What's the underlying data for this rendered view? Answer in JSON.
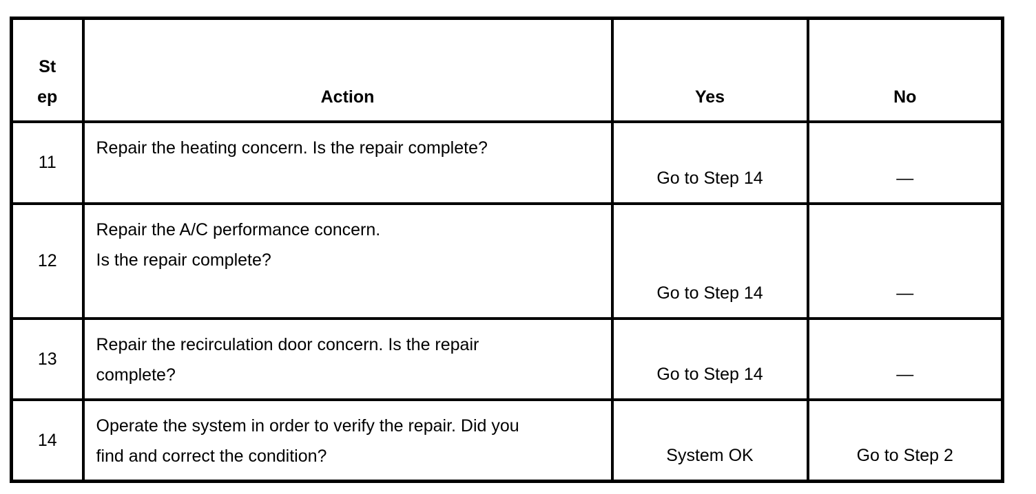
{
  "colors": {
    "background": "#ffffff",
    "grid_line": "#000000",
    "text": "#000000"
  },
  "table": {
    "headers": {
      "step_lines": [
        "St",
        "ep"
      ],
      "action": "Action",
      "yes": "Yes",
      "no": "No"
    },
    "rows": [
      {
        "step": "11",
        "action_lines": [
          "Repair the heating concern. Is the repair complete?"
        ],
        "yes": "Go to Step 14",
        "no": "—"
      },
      {
        "step": "12",
        "action_lines": [
          "Repair the A/C performance concern.",
          "Is the repair complete?"
        ],
        "yes": "Go to Step 14",
        "no": "—"
      },
      {
        "step": "13",
        "action_lines": [
          "Repair the recirculation door concern. Is the repair",
          "complete?"
        ],
        "yes": "Go to Step 14",
        "no": "—"
      },
      {
        "step": "14",
        "action_lines": [
          "Operate the system in order to verify the repair. Did you",
          "find and correct the condition?"
        ],
        "yes": "System OK",
        "no": "Go to Step 2"
      }
    ]
  }
}
